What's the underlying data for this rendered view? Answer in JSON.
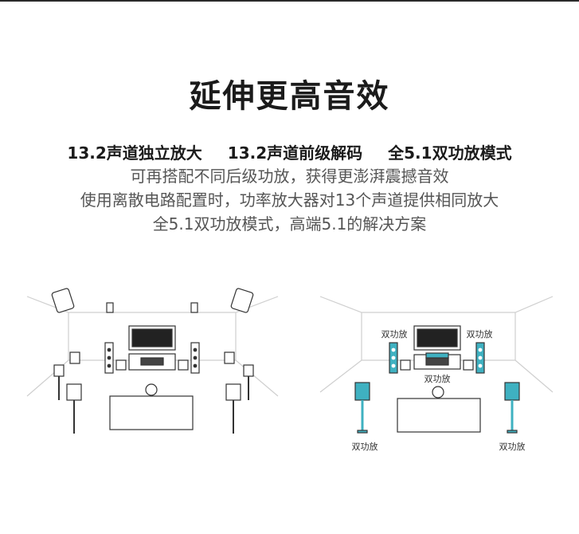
{
  "heading": "延伸更高音效",
  "features": [
    "13.2声道独立放大",
    "13.2声道前级解码",
    "全5.1双功放模式"
  ],
  "description": [
    "可再搭配不同后级功放，获得更澎湃震撼音效",
    "使用离散电路配置时，功率放大器对13个声道提供相同放大",
    "全5.1双功放模式，高端5.1的解决方案"
  ],
  "diagram_right": {
    "labels": [
      "双功放",
      "双功放",
      "双功放",
      "双功放",
      "双功放"
    ],
    "accent": "#3fb1c1"
  }
}
